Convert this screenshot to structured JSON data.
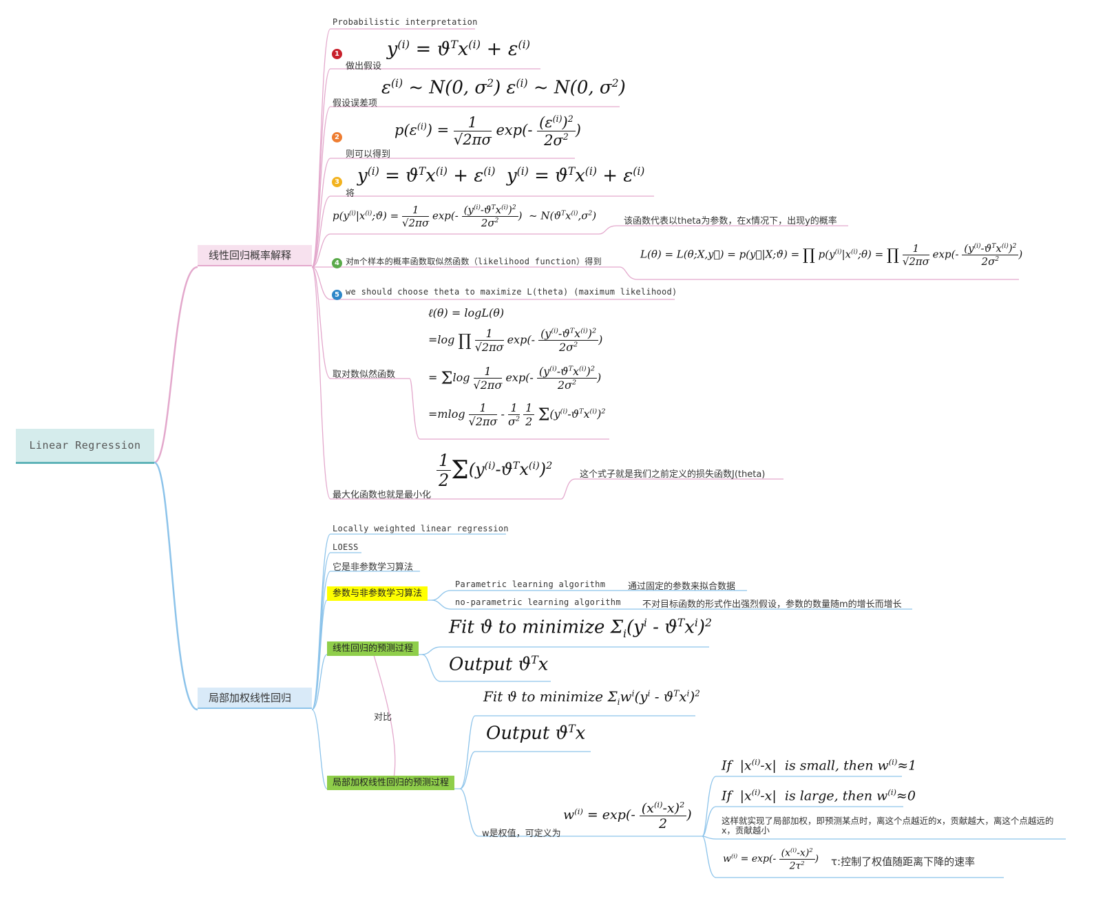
{
  "root": {
    "title": "Linear Regression"
  },
  "colors": {
    "root_bg": "#d5ecec",
    "pink_branch": "#e3a8cc",
    "blue_branch": "#8cc3ea",
    "highlight_yellow": "#ffff00",
    "highlight_green": "#8fce4a"
  },
  "prob": {
    "topic": "线性回归概率解释",
    "heading": "Probabilistic interpretation",
    "s1_label": "做出假设",
    "s1_badge": "1",
    "s2_label": "假设误差项",
    "s3_label": "则可以得到",
    "s3_badge": "2",
    "s4_label": "将",
    "s4_badge": "3",
    "s5_note": "该函数代表以theta为参数，在x情况下，出现y的概率",
    "s6_label": "对m个样本的概率函数取似然函数（likelihood function）得到",
    "s6_badge": "4",
    "s7_label": "we should choose theta to maximize L(theta)  (maximum likelihood)",
    "s7_badge": "5",
    "s8_label": "取对数似然函数",
    "s9_label": "最大化函数也就是最小化",
    "s9_note": "这个式子就是我们之前定义的损失函数J(theta)"
  },
  "lwr": {
    "topic": "局部加权线性回归",
    "name_en": "Locally weighted linear regression",
    "abbr": "LOESS",
    "nonparam": "它是非参数学习算法",
    "param_vs": "参数与非参数学习算法",
    "param_label": "Parametric learning algorithm",
    "param_desc": "通过固定的参数来拟合数据",
    "nonparam_label": "no-parametric learning algorithm",
    "nonparam_desc": "不对目标函数的形式作出强烈假设，参数的数量随m的增长而增长",
    "lr_process": "线性回归的预测过程",
    "compare": "对比",
    "lwr_process": "局部加权线性回归的预测过程",
    "weight_label": "w是权值，可定义为",
    "weight_effect": "这样就实现了局部加权，即预测某点时，离这个点越近的x，贡献越大，离这个点越远的x，贡献越小",
    "tau_note": "τ:控制了权值随距离下降的速率"
  }
}
